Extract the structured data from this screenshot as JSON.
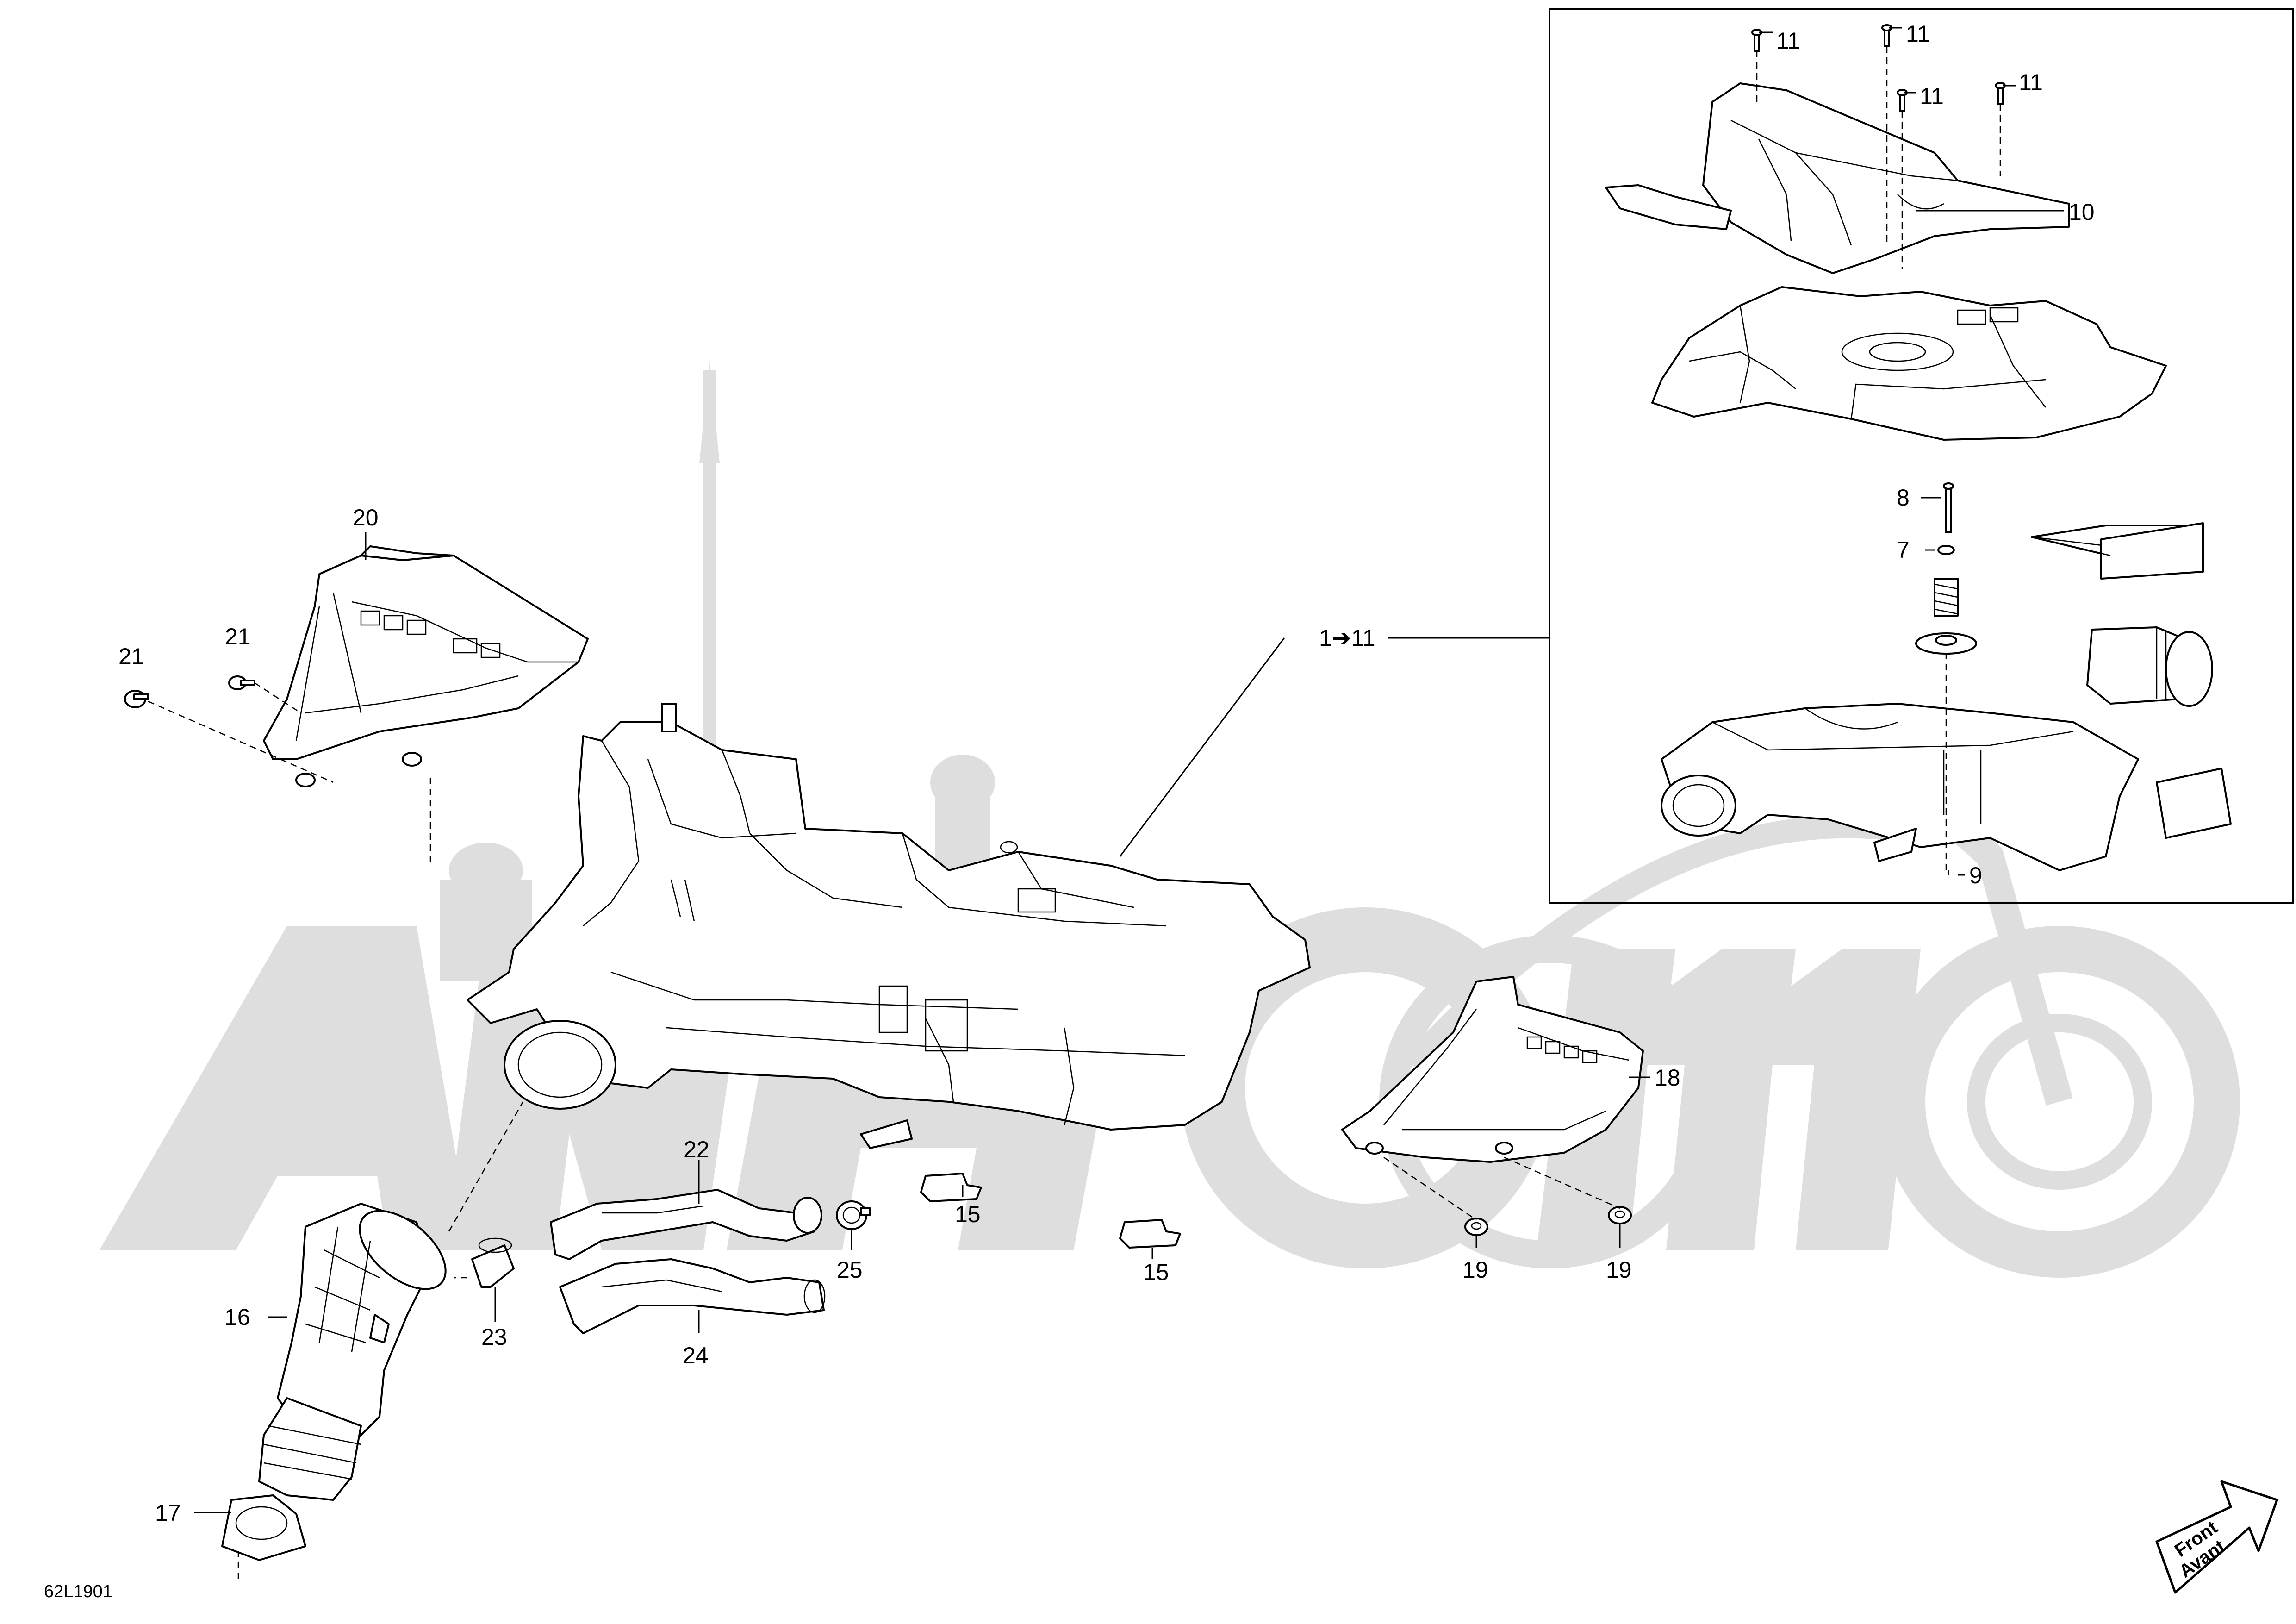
{
  "diagram_code": "62L1901",
  "front_arrow": {
    "line1": "Front",
    "line2": "Avant"
  },
  "callouts": {
    "c1to11": "1➔11",
    "c7": "7",
    "c8": "8",
    "c9": "9",
    "c10": "10",
    "c11a": "11",
    "c11b": "11",
    "c11c": "11",
    "c11d": "11",
    "c15a": "15",
    "c15b": "15",
    "c16": "16",
    "c17": "17",
    "c18": "18",
    "c19a": "19",
    "c19b": "19",
    "c20": "20",
    "c21a": "21",
    "c21b": "21",
    "c22": "22",
    "c23": "23",
    "c24": "24",
    "c25": "25"
  },
  "colors": {
    "line": "#000000",
    "watermark": "#dedede",
    "background": "#ffffff"
  }
}
